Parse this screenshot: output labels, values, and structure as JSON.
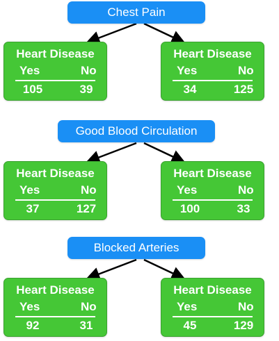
{
  "trees": [
    {
      "root": "Chest Pain",
      "leaves": [
        {
          "title": "Heart Disease",
          "yes_label": "Yes",
          "no_label": "No",
          "yes": "105",
          "no": "39"
        },
        {
          "title": "Heart Disease",
          "yes_label": "Yes",
          "no_label": "No",
          "yes": "34",
          "no": "125"
        }
      ]
    },
    {
      "root": "Good Blood Circulation",
      "leaves": [
        {
          "title": "Heart Disease",
          "yes_label": "Yes",
          "no_label": "No",
          "yes": "37",
          "no": "127"
        },
        {
          "title": "Heart Disease",
          "yes_label": "Yes",
          "no_label": "No",
          "yes": "100",
          "no": "33"
        }
      ]
    },
    {
      "root": "Blocked Arteries",
      "leaves": [
        {
          "title": "Heart Disease",
          "yes_label": "Yes",
          "no_label": "No",
          "yes": "92",
          "no": "31"
        },
        {
          "title": "Heart Disease",
          "yes_label": "Yes",
          "no_label": "No",
          "yes": "45",
          "no": "129"
        }
      ]
    }
  ],
  "colors": {
    "root_node": "#1a8ff5",
    "leaf_node": "#45c736",
    "connector": "#000000"
  }
}
